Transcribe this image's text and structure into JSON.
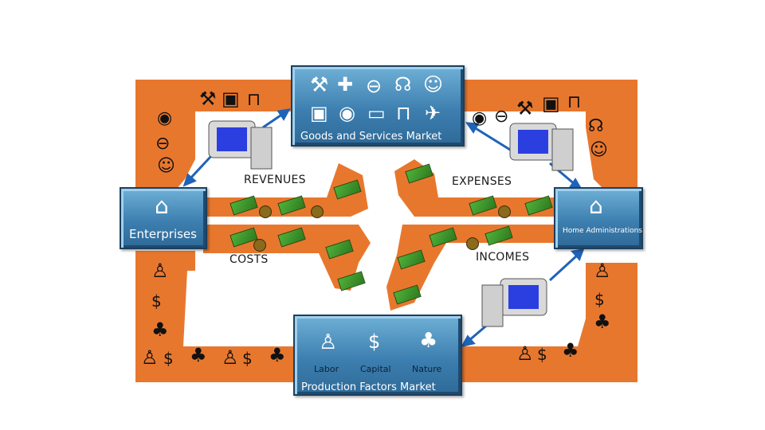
{
  "boxes": {
    "goods_market": "Goods and Services Market",
    "enterprises": "Enterprises",
    "home_admin": "Home Administrations",
    "factors_market": "Production Factors Market"
  },
  "flow_labels": {
    "revenues": "REVENUES",
    "expenses": "EXPENSES",
    "costs": "COSTS",
    "incomes": "INCOMES"
  },
  "factors": {
    "labor": "Labor",
    "capital": "Capital",
    "nature": "Nature"
  },
  "icons": {
    "goods": [
      "tools-icon",
      "medical-icon",
      "car-icon",
      "radio-icon",
      "theater-masks-icon",
      "sofa-icon",
      "plate-icon",
      "tv-icon",
      "bed-icon",
      "airplane-icon"
    ],
    "factors": [
      "person-icon",
      "money-bag-icon",
      "tree-landscape-icon"
    ]
  },
  "colors": {
    "flow_orange": "#e8772e",
    "box_blue": "#3d7fb0",
    "arrow_blue": "#1f63b8"
  }
}
